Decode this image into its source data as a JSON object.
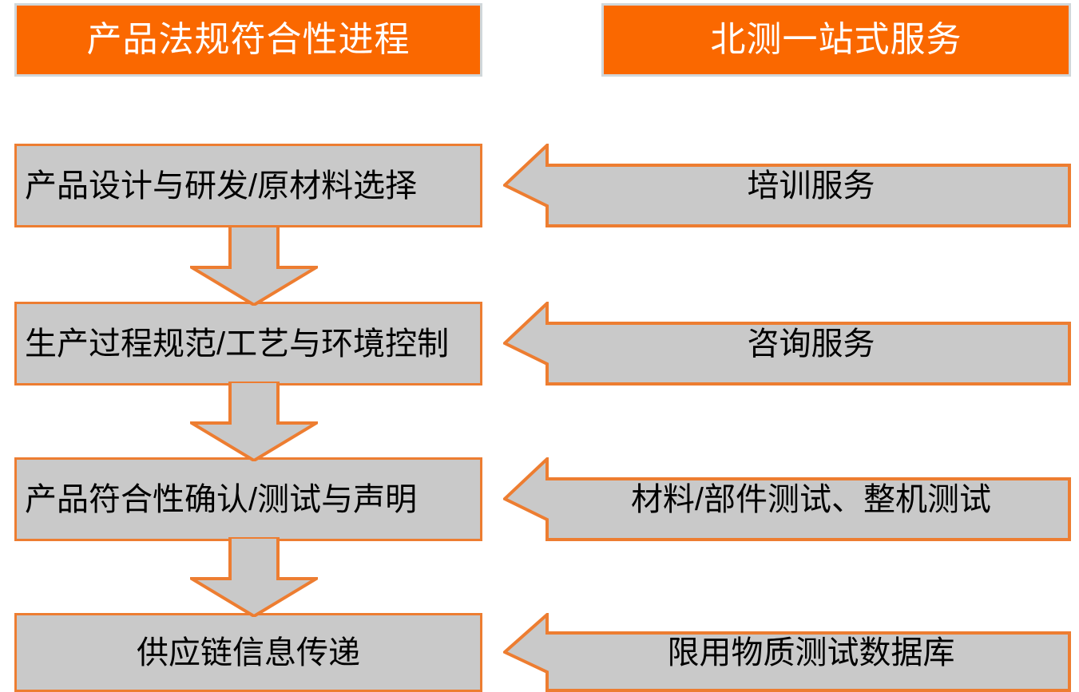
{
  "colors": {
    "accent_orange": "#FA6800",
    "shape_border_orange": "#ED7D31",
    "shape_fill_gray": "#C9C9C9",
    "banner_border_gray": "#D0D7DA",
    "text_black": "#000000",
    "banner_text_white": "#FFFFFF",
    "page_background": "#FFFFFF"
  },
  "headers": {
    "left": "产品法规符合性进程",
    "right": "北测一站式服务"
  },
  "process_steps": [
    {
      "label": "产品设计与研发/原材料选择",
      "align": "left"
    },
    {
      "label": "生产过程规范/工艺与环境控制",
      "align": "left"
    },
    {
      "label": "产品符合性确认/测试与声明",
      "align": "left"
    },
    {
      "label": "供应链信息传递",
      "align": "center"
    }
  ],
  "services": [
    {
      "label": "培训服务"
    },
    {
      "label": "咨询服务"
    },
    {
      "label": "材料/部件测试、整机测试"
    },
    {
      "label": "限用物质测试数据库"
    }
  ],
  "connectors": {
    "down_arrow_count": 3,
    "down_arrow_direction": "down",
    "service_arrow_direction": "left"
  }
}
